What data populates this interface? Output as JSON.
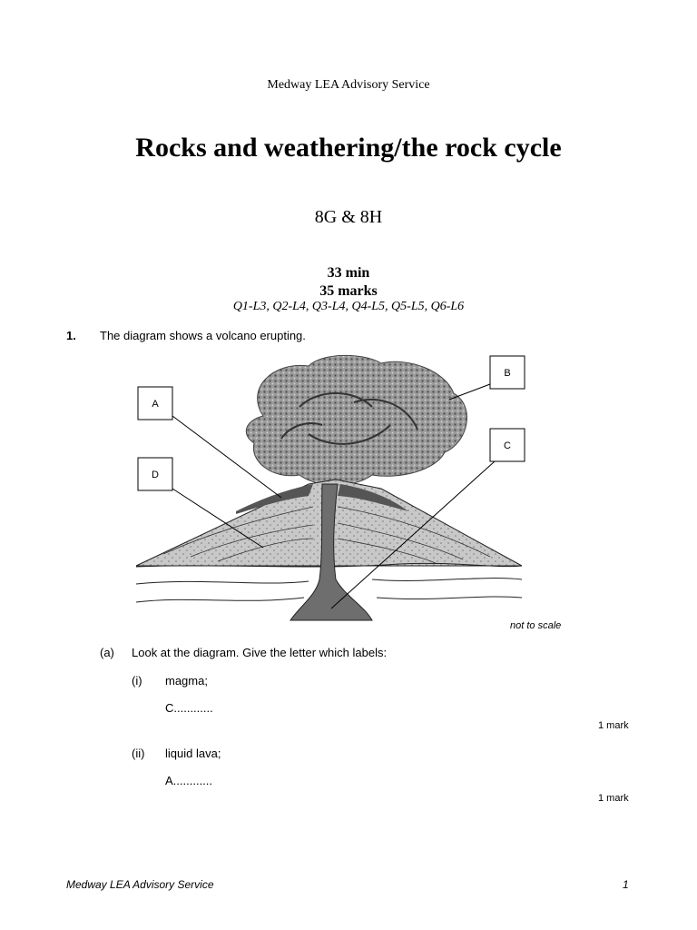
{
  "header": "Medway LEA Advisory Service",
  "title": "Rocks and weathering/the rock cycle",
  "subtitle": "8G & 8H",
  "time": "33 min",
  "marks_total": "35 marks",
  "levels": "Q1-L3, Q2-L4, Q3-L4, Q4-L5, Q5-L5, Q6-L6",
  "question1": {
    "number": "1.",
    "text": "The diagram shows a volcano erupting.",
    "labels": [
      "A",
      "B",
      "C",
      "D"
    ],
    "scale_note": "not to scale",
    "part_a": {
      "letter": "(a)",
      "prompt": "Look at the diagram.  Give the letter which labels:",
      "items": [
        {
          "num": "(i)",
          "text": "magma;",
          "answer": "C............",
          "mark": "1 mark"
        },
        {
          "num": "(ii)",
          "text": "liquid lava;",
          "answer": "A............",
          "mark": "1 mark"
        }
      ]
    }
  },
  "footer": {
    "left": "Medway LEA Advisory Service",
    "page": "1"
  }
}
